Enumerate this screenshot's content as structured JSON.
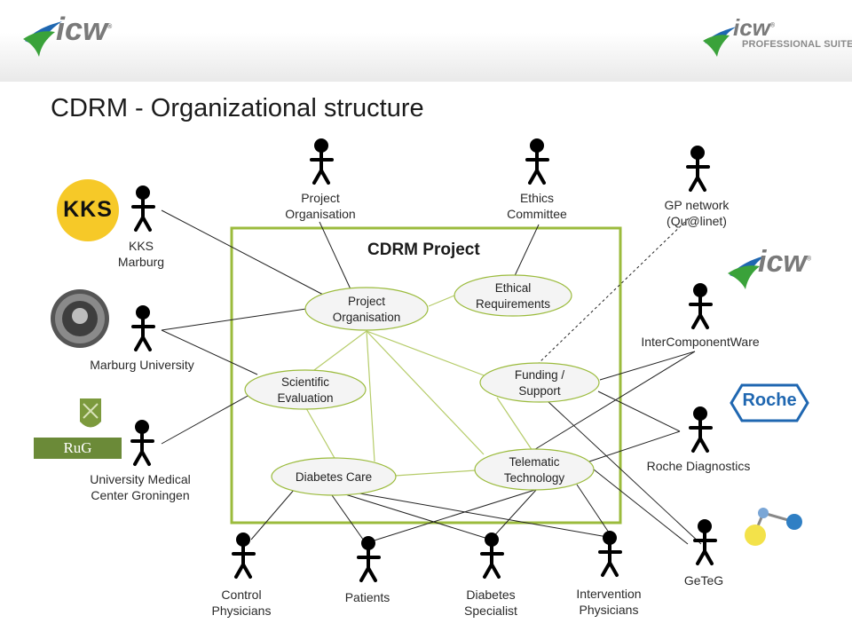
{
  "slide": {
    "title": "CDRM - Organizational  structure",
    "project_box_label": "CDRM Project"
  },
  "logos": {
    "top_left": {
      "brand": "icw",
      "registered": "®"
    },
    "top_right": {
      "brand": "icw",
      "registered": "®",
      "suite": "PROFESSIONAL SUITE"
    },
    "kks": {
      "text": "KKS"
    },
    "rug": {
      "text": "RuG"
    },
    "roche": {
      "text": "Roche"
    },
    "icw_right": {
      "brand": "icw",
      "registered": "®"
    }
  },
  "persons": [
    {
      "id": "kks-marburg",
      "label": "KKS\nMarburg"
    },
    {
      "id": "marburg-university",
      "label": "Marburg University"
    },
    {
      "id": "umc-groningen",
      "label": "University Medical\nCenter Groningen"
    },
    {
      "id": "project-organisation",
      "label": "Project\nOrganisation"
    },
    {
      "id": "ethics-committee",
      "label": "Ethics\nCommittee"
    },
    {
      "id": "gp-network",
      "label": "GP network\n(Qu@linet)"
    },
    {
      "id": "intercomponentware",
      "label": "InterComponentWare"
    },
    {
      "id": "roche-diagnostics",
      "label": "Roche Diagnostics"
    },
    {
      "id": "geteg",
      "label": "GeTeG"
    },
    {
      "id": "control-physicians",
      "label": "Control\nPhysicians"
    },
    {
      "id": "patients",
      "label": "Patients"
    },
    {
      "id": "diabetes-specialist",
      "label": "Diabetes\nSpecialist"
    },
    {
      "id": "intervention-physicians",
      "label": "Intervention\n Physicians"
    }
  ],
  "nodes": [
    {
      "id": "project-organisation",
      "label": "Project\nOrganisation"
    },
    {
      "id": "ethical-requirements",
      "label": "Ethical\nRequirements"
    },
    {
      "id": "scientific-evaluation",
      "label": "Scientific\nEvaluation"
    },
    {
      "id": "funding-support",
      "label": "Funding /\nSupport"
    },
    {
      "id": "diabetes-care",
      "label": "Diabetes Care"
    },
    {
      "id": "telematic-technology",
      "label": "Telematic\nTechnology"
    }
  ],
  "colors": {
    "accent_green": "#9bbb3c",
    "ellipse_fill": "#f4f4f4",
    "line_black": "#222222",
    "line_green": "#b6cc6a",
    "kks_yellow": "#f6c928",
    "rug_green": "#6b8a38",
    "roche_blue": "#1f67b1",
    "icw_green": "#3aa23a",
    "icw_blue": "#1f67b1"
  }
}
